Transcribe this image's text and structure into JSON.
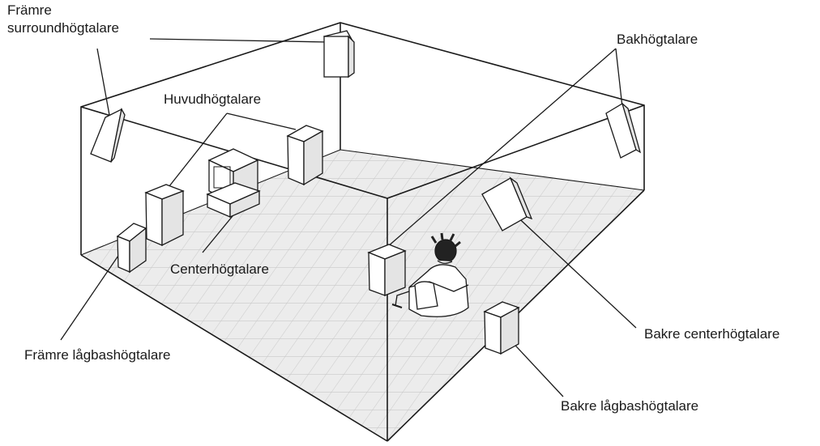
{
  "labels": {
    "front_surround_line1": "Främre",
    "front_surround_line2": "surroundhögtalare",
    "main": "Huvudhögtalare",
    "center": "Centerhögtalare",
    "front_sub": "Främre lågbashögtalare",
    "rear": "Bakhögtalare",
    "rear_center": "Bakre centerhögtalare",
    "rear_sub": "Bakre lågbashögtalare"
  },
  "colors": {
    "line": "#1a1a1a",
    "floor_grid": "#c9c9c9",
    "floor_fill": "#ececec",
    "speaker_fill": "#ffffff",
    "speaker_side": "#e4e4e4"
  }
}
